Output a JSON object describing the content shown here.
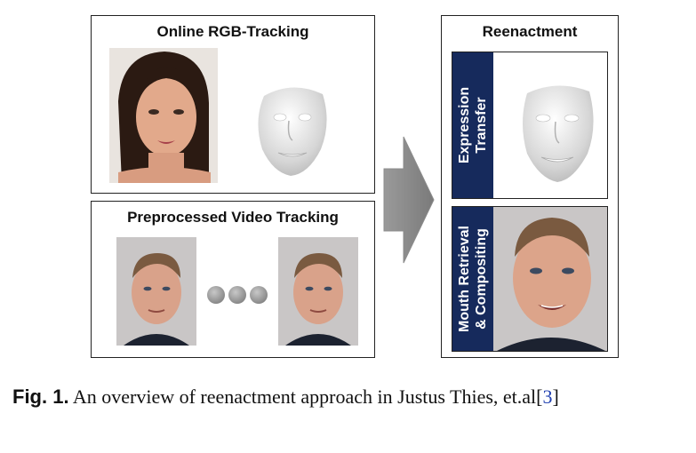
{
  "figure": {
    "tracking_title": "Online RGB-Tracking",
    "preprocessed_title": "Preprocessed Video Tracking",
    "reenactment_title": "Reenactment",
    "expression_label": "Expression\nTransfer",
    "mouth_label": "Mouth Retrieval\n& Compositing"
  },
  "caption": {
    "label": "Fig. 1.",
    "text": " An overview of reenactment approach in Justus Thies, et.al",
    "cite_open": "[",
    "cite_number": "3",
    "cite_close": "]"
  },
  "colors": {
    "label_bg": "#162a5c",
    "citation": "#1f3fb0",
    "arrow": "#8c8c8c"
  }
}
